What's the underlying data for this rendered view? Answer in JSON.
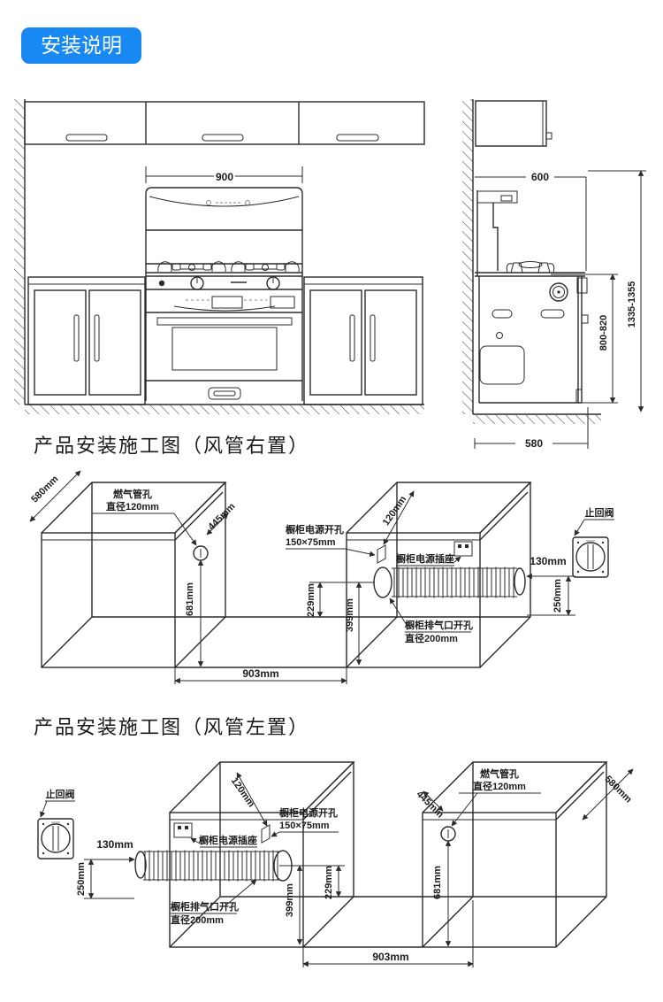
{
  "badge": {
    "label": "安装说明"
  },
  "sections": {
    "right_duct_title": "产品安装施工图（风管右置）",
    "left_duct_title": "产品安装施工图（风管左置）"
  },
  "front_view": {
    "unit_width": "900"
  },
  "side_view": {
    "depth_top": "600",
    "depth_bottom": "580",
    "counter_height": "800-820",
    "total_height": "1335-1355"
  },
  "annotations": {
    "gas_hole_line1": "燃气管孔",
    "gas_hole_line2": "直径120mm",
    "power_cutout_line1": "橱柜电源开孔",
    "power_cutout_line2": "150×75mm",
    "power_socket": "橱柜电源插座",
    "exhaust_cutout_line1": "橱柜排气口开孔",
    "exhaust_cutout_line2": "直径200mm",
    "check_valve": "止回阀"
  },
  "dimensions": {
    "depth": "580mm",
    "gas_hole_offset": "445mm",
    "gas_hole_height": "681mm",
    "power_cutout_offset": "120mm",
    "duct_to_counter": "229mm",
    "duct_center_height": "399mm",
    "unit_gap": "903mm",
    "duct_exit_offset": "130mm",
    "duct_exit_height": "250mm"
  },
  "colors": {
    "badge_bg": "#1888f2",
    "line": "#2b2b2b"
  }
}
